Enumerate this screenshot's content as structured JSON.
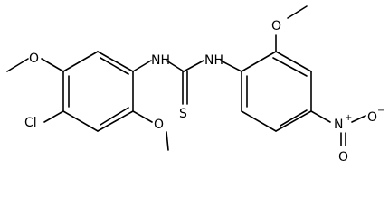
{
  "molecule": {
    "atoms": {
      "o_top_left": "O",
      "cl": "Cl",
      "o_bottom_left": "O",
      "nh_left": "NH",
      "s": "S",
      "nh_right": "NH",
      "o_top_right": "O",
      "n_nitro": "N",
      "n_plus": "+",
      "o_nitro_right": "O",
      "o_nitro_right_minus": "−",
      "o_nitro_bottom": "O"
    },
    "colors": {
      "bond": "#000000",
      "label": "#000000",
      "background": "#ffffff"
    }
  }
}
